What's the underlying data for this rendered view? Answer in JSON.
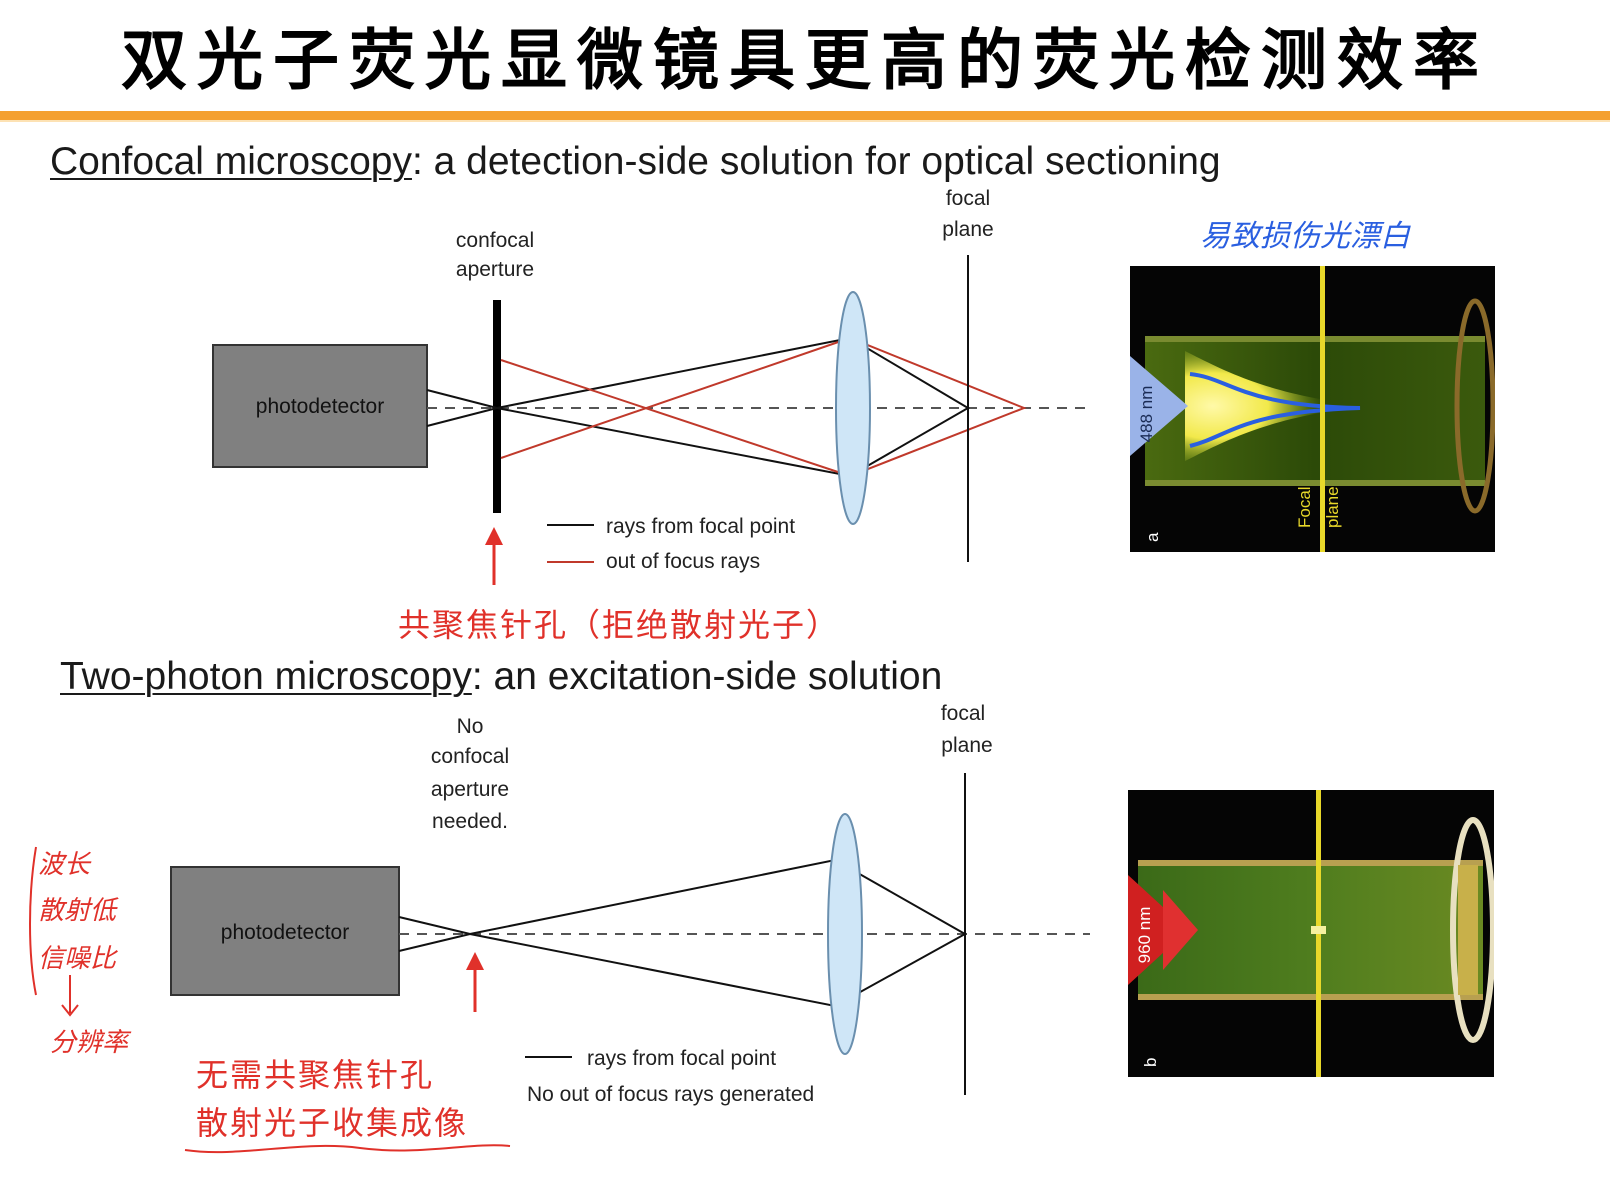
{
  "title": "双光子荧光显微镜具更高的荧光检测效率",
  "confocal": {
    "heading_underlined": "Confocal microscopy",
    "heading_rest": ": a detection-side solution for optical sectioning",
    "aperture_label_1": "confocal",
    "aperture_label_2": "aperture",
    "focal_label_1": "focal",
    "focal_label_2": "plane",
    "detector_label": "photodetector",
    "legend_black": "rays from focal point",
    "legend_red": "out of focus rays",
    "handwritten_note": "易致损伤光漂白",
    "annotation": "共聚焦针孔（拒绝散射光子）",
    "image": {
      "wavelength": "488 nm",
      "panel": "a",
      "focal_1": "Focal",
      "focal_2": "plane"
    }
  },
  "twophoton": {
    "heading_underlined": "Two-photon microscopy",
    "heading_rest": ": an excitation-side solution",
    "aperture_label_1": "No",
    "aperture_label_2": "confocal",
    "aperture_label_3": "aperture",
    "aperture_label_4": "needed.",
    "focal_label_1": "focal",
    "focal_label_2": "plane",
    "detector_label": "photodetector",
    "legend_black": "rays from focal point",
    "legend_note": "No out of focus rays generated",
    "annotation_1": "无需共聚焦针孔",
    "annotation_2": "散射光子收集成像",
    "handwritten_notes": [
      "波长",
      "散射低",
      "信噪比",
      "分辨率"
    ],
    "image": {
      "wavelength": "960 nm",
      "panel": "b"
    }
  },
  "colors": {
    "accent_orange": "#f4a030",
    "out_of_focus_red": "#c0392b",
    "annotation_red": "#e0312a",
    "handwriting_blue": "#2a5fe0",
    "lens_fill": "#cfe6f7",
    "detector_gray": "#808080"
  }
}
